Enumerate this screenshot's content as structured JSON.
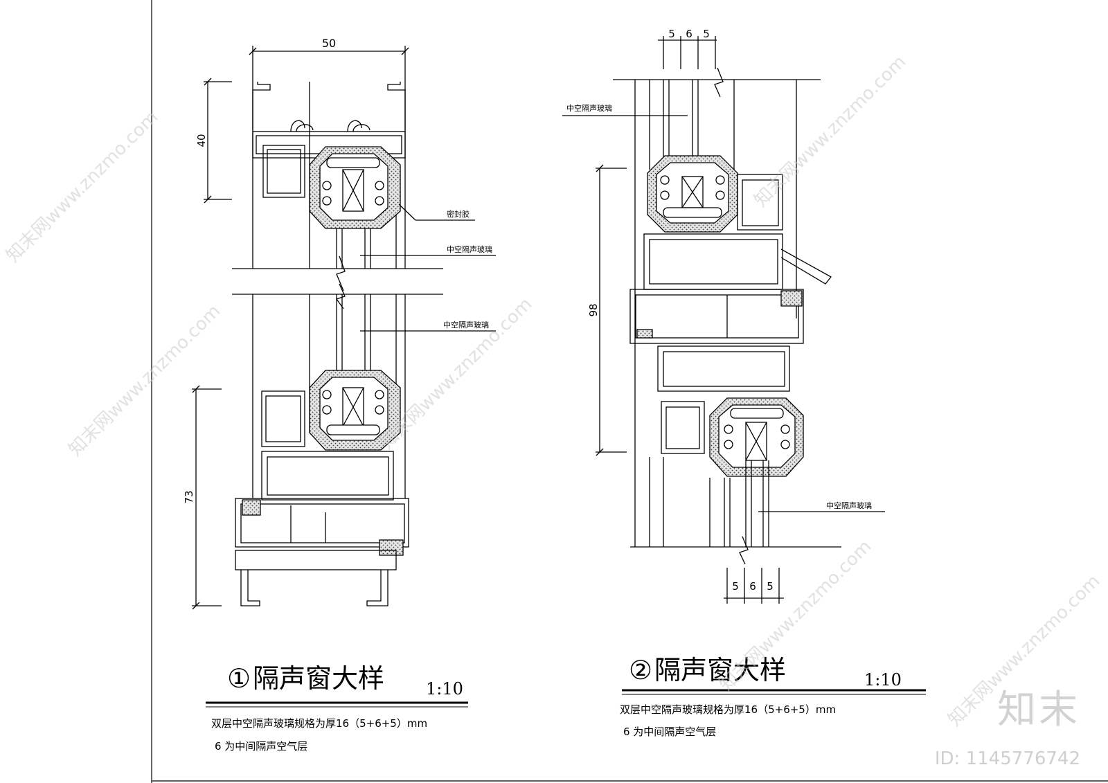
{
  "detail1": {
    "number": "①",
    "title": "隔声窗大样",
    "scale": "1:10",
    "dim_width": "50",
    "dim_top": "40",
    "dim_bottom": "73",
    "label_sealant": "密封胶",
    "label_glass_upper": "中空隔声玻璃",
    "label_glass_lower": "中空隔声玻璃",
    "note_line1": "双层中空隔声玻璃规格为厚16（5+6+5）mm",
    "note_line2": "6 为中间隔声空气层"
  },
  "detail2": {
    "number": "②",
    "title": "隔声窗大样",
    "scale": "1:10",
    "dim_top_a": "5",
    "dim_top_b": "6",
    "dim_top_c": "5",
    "dim_bottom_a": "5",
    "dim_bottom_b": "6",
    "dim_bottom_c": "5",
    "dim_height": "98",
    "label_glass_upper": "中空隔声玻璃",
    "label_glass_lower": "中空隔声玻璃",
    "note_line1": "双层中空隔声玻璃规格为厚16（5+6+5）mm",
    "note_line2": "6 为中间隔声空气层"
  },
  "watermark": {
    "text": "知末网www.znzmo.com",
    "logo": "知末",
    "id": "ID: 1145776742"
  }
}
